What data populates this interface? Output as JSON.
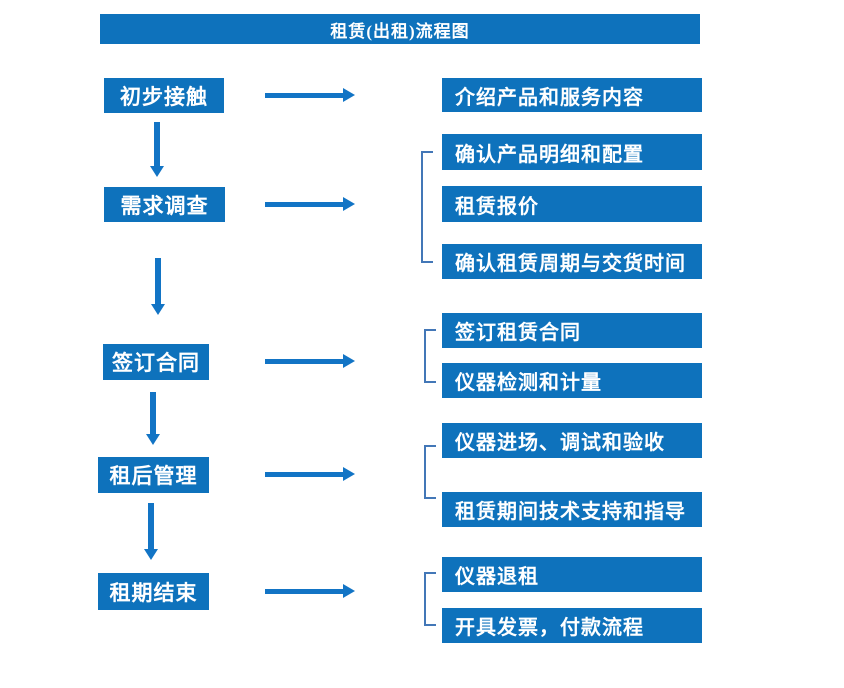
{
  "title": "租赁(出租)流程图",
  "colors": {
    "box_blue": "#0e72bc",
    "arrow_blue": "#1274c5",
    "bracket_blue": "#4377b7",
    "text": "#ffffff"
  },
  "left_steps": [
    {
      "label": "初步接触"
    },
    {
      "label": "需求调查"
    },
    {
      "label": "签订合同"
    },
    {
      "label": "租后管理"
    },
    {
      "label": "租期结束"
    }
  ],
  "right_groups": [
    {
      "items": [
        "介绍产品和服务内容"
      ]
    },
    {
      "items": [
        "确认产品明细和配置",
        "租赁报价",
        "确认租赁周期与交货时间"
      ]
    },
    {
      "items": [
        "签订租赁合同",
        "仪器检测和计量"
      ]
    },
    {
      "items": [
        "仪器进场、调试和验收",
        "租赁期间技术支持和指导"
      ]
    },
    {
      "items": [
        "仪器退租",
        "开具发票，付款流程"
      ]
    }
  ]
}
